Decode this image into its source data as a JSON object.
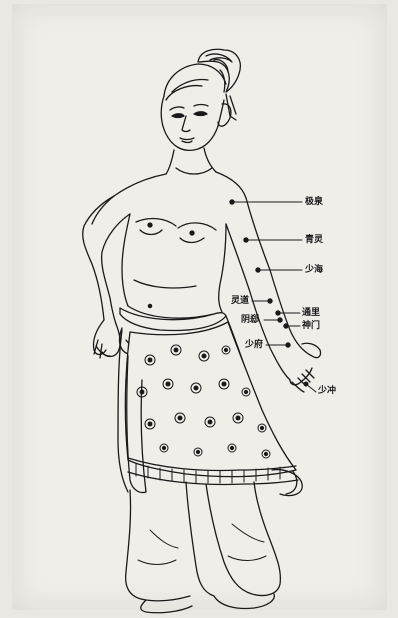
{
  "acupoints": [
    {
      "id": "jiquan",
      "label": "极泉"
    },
    {
      "id": "qingling",
      "label": "青灵"
    },
    {
      "id": "shaohai",
      "label": "少海"
    },
    {
      "id": "lingdao",
      "label": "灵道"
    },
    {
      "id": "tongli",
      "label": "通里"
    },
    {
      "id": "yinxi",
      "label": "阴郄"
    },
    {
      "id": "shenmen",
      "label": "神门"
    },
    {
      "id": "shaofu",
      "label": "少府"
    },
    {
      "id": "shaochong",
      "label": "少冲"
    }
  ],
  "colors": {
    "ink": "#1a1a1a",
    "paper": "#efeee9",
    "border": "#e9e8e3"
  }
}
